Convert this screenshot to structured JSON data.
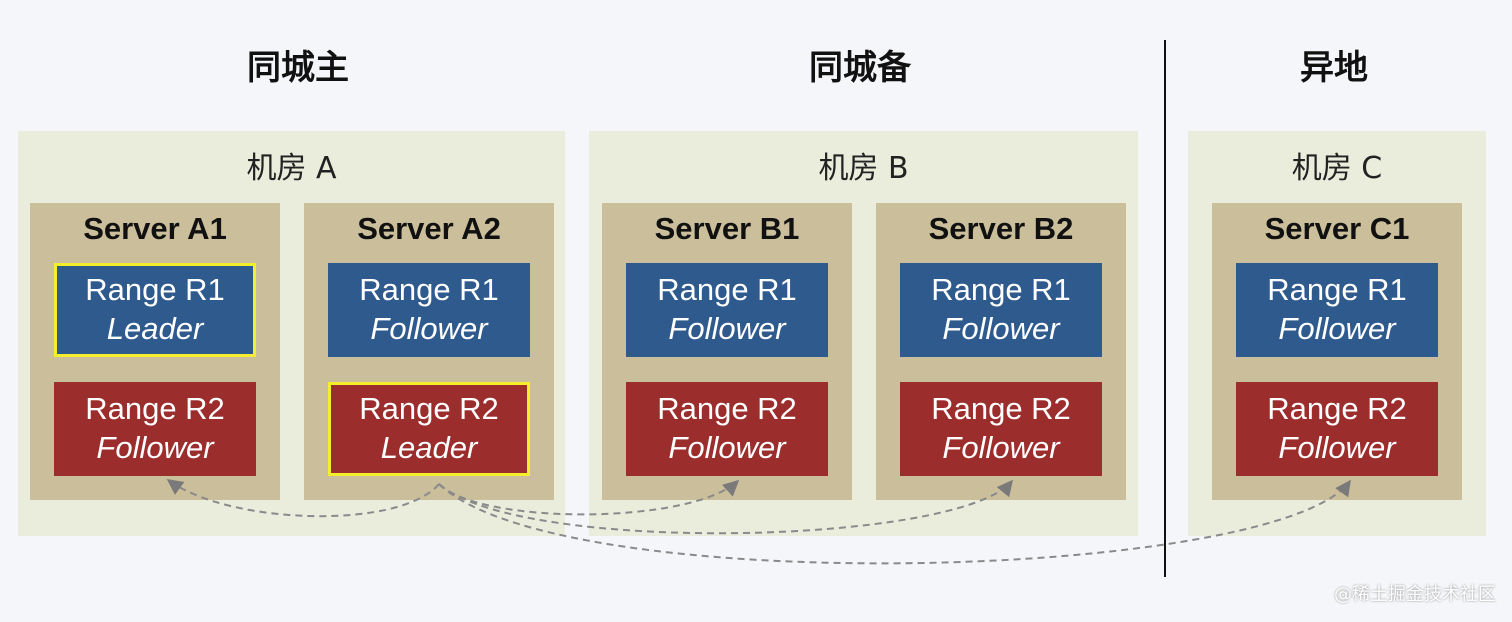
{
  "regions": {
    "primary": "同城主",
    "standby": "同城备",
    "remote": "异地"
  },
  "rooms": {
    "a": "机房 A",
    "b": "机房 B",
    "c": "机房 C"
  },
  "servers": {
    "a1": {
      "name": "Server A1",
      "r1": {
        "range": "Range R1",
        "role": "Leader"
      },
      "r2": {
        "range": "Range R2",
        "role": "Follower"
      }
    },
    "a2": {
      "name": "Server A2",
      "r1": {
        "range": "Range R1",
        "role": "Follower"
      },
      "r2": {
        "range": "Range R2",
        "role": "Leader"
      }
    },
    "b1": {
      "name": "Server B1",
      "r1": {
        "range": "Range R1",
        "role": "Follower"
      },
      "r2": {
        "range": "Range R2",
        "role": "Follower"
      }
    },
    "b2": {
      "name": "Server B2",
      "r1": {
        "range": "Range R1",
        "role": "Follower"
      },
      "r2": {
        "range": "Range R2",
        "role": "Follower"
      }
    },
    "c1": {
      "name": "Server C1",
      "r1": {
        "range": "Range R1",
        "role": "Follower"
      },
      "r2": {
        "range": "Range R2",
        "role": "Follower"
      }
    }
  },
  "colors": {
    "range_r1": "#2e5a8e",
    "range_r2": "#9b2d2c",
    "leader_border": "#f4ee2c",
    "server_bg": "#cbbf9b",
    "room_bg": "#eaeddc"
  },
  "watermark": "@稀土掘金技术社区"
}
